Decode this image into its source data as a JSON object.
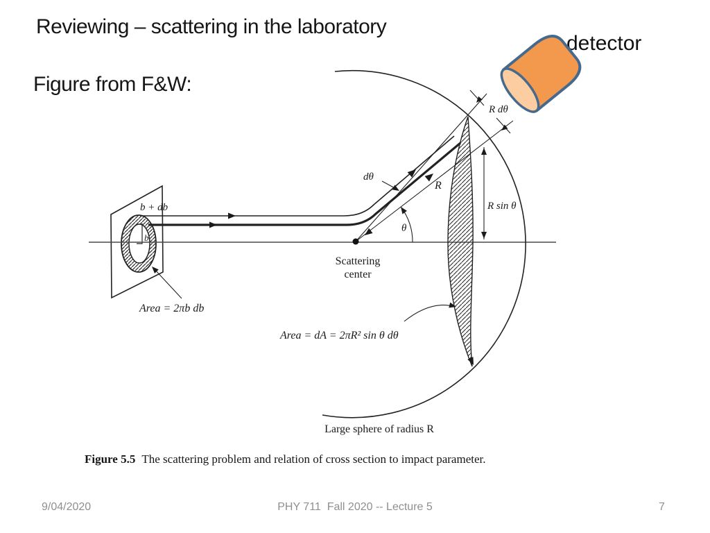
{
  "slide": {
    "title": "Reviewing – scattering in the laboratory",
    "subtitle": "Figure from F&W:",
    "detector_label": "detector",
    "footer": {
      "date": "9/04/2020",
      "course": "PHY 711  Fall 2020 -- Lecture 5",
      "page": "7"
    }
  },
  "figure": {
    "caption": {
      "number": "Figure 5.5",
      "text": "The scattering problem and relation of cross section to impact parameter."
    },
    "labels": {
      "impact_ring_width": "b + db",
      "impact_parameter": "b",
      "ring_area": "Area = 2πb db",
      "d_theta": "dθ",
      "radius": "R",
      "theta": "θ",
      "scattering_center_line1": "Scattering",
      "scattering_center_line2": "center",
      "arc_length": "R dθ",
      "ring_height": "R sin θ",
      "sphere_area": "Area = dA = 2πR² sin θ dθ",
      "sphere_caption": "Large sphere of radius R"
    },
    "colors": {
      "ink": "#1e1e1e",
      "detector_body": "#F2994E",
      "detector_cap": "#FBCDA1",
      "detector_outline": "#46698C",
      "footer_gray": "#8f8f8f"
    }
  }
}
